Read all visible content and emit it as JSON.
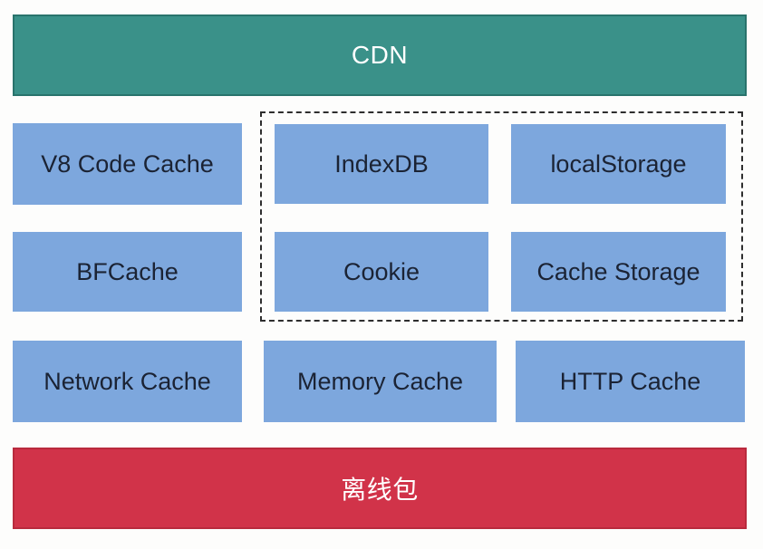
{
  "banners": {
    "cdn": "CDN",
    "offline_package": "离线包"
  },
  "boxes": {
    "v8_code_cache": "V8 Code Cache",
    "indexdb": "IndexDB",
    "local_storage": "localStorage",
    "bfcache": "BFCache",
    "cookie": "Cookie",
    "cache_storage": "Cache Storage",
    "network_cache": "Network Cache",
    "memory_cache": "Memory Cache",
    "http_cache": "HTTP Cache"
  },
  "colors": {
    "banner_teal": "#3a9189",
    "banner_red": "#d13349",
    "box_blue": "#7da7dd",
    "box_text": "#1b2334",
    "banner_text": "#ffffff"
  }
}
